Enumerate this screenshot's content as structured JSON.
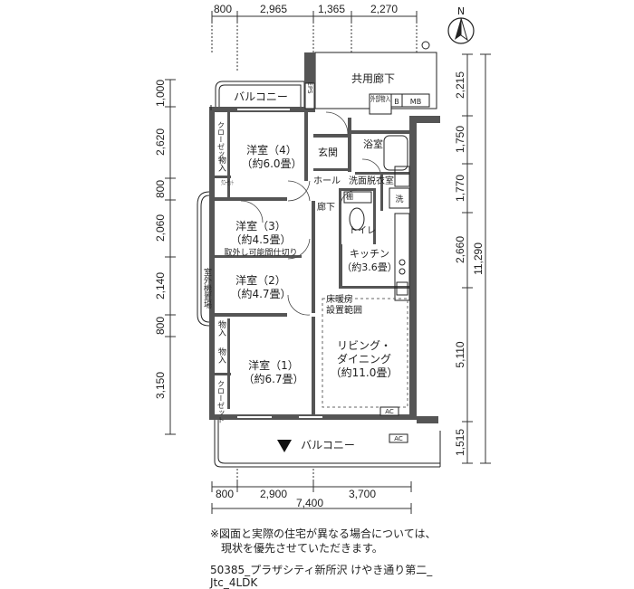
{
  "compass": {
    "label": "N"
  },
  "dims": {
    "top": [
      "800",
      "2,965",
      "1,365",
      "2,270"
    ],
    "bottom": [
      "800",
      "2,900",
      "3,700"
    ],
    "bottom_total": "7,400",
    "left": [
      "1,000",
      "2,620",
      "800",
      "2,060",
      "2,140",
      "800",
      "3,150"
    ],
    "right_inner": [
      "2,215",
      "1,750",
      "1,770",
      "2,660",
      "5,110",
      "1,515"
    ],
    "right_total": "11,290"
  },
  "rooms": {
    "corridor": "共用廊下",
    "balcony_top": "バルコニー",
    "balcony_bottom": "バルコニー",
    "eps": "EPS",
    "gaibu": "外部物入",
    "b": "B",
    "mb": "MB",
    "genkan": "玄関",
    "yokushitsu": "浴室",
    "hall": "ホール",
    "senmen": "洗面脱衣室",
    "sen": "洗",
    "tana": "棚",
    "rouka": "廊下",
    "toilet": "トイレ",
    "room4_name": "洋室（4）",
    "room4_size": "（約6.0畳）",
    "room3_name": "洋室（3）",
    "room3_size": "（約4.5畳）",
    "partition": "取外し可能間仕切り",
    "room2_name": "洋室（2）",
    "room2_size": "（約4.7畳）",
    "room1_name": "洋室（1）",
    "room1_size": "（約6.7畳）",
    "kitchen_name": "キッチン",
    "kitchen_size": "（約3.6畳）",
    "floorheat_1": "床暖房",
    "floorheat_2": "設置範囲",
    "living_1": "リビング・",
    "living_2": "ダイニング",
    "living_size": "（約11.0畳）",
    "ac1": "AC",
    "ac2": "AC",
    "closet": "クローゼット",
    "monoire": "物入",
    "outdoor_unit": "室外機置場"
  },
  "note": {
    "line1": "※図面と実際の住宅が異なる場合については、",
    "line2": "　現状を優先させていただきます。"
  },
  "building_id": "50385_プラザシティ新所沢 けやき通り第二_",
  "building_code": "Jtc_4LDK"
}
